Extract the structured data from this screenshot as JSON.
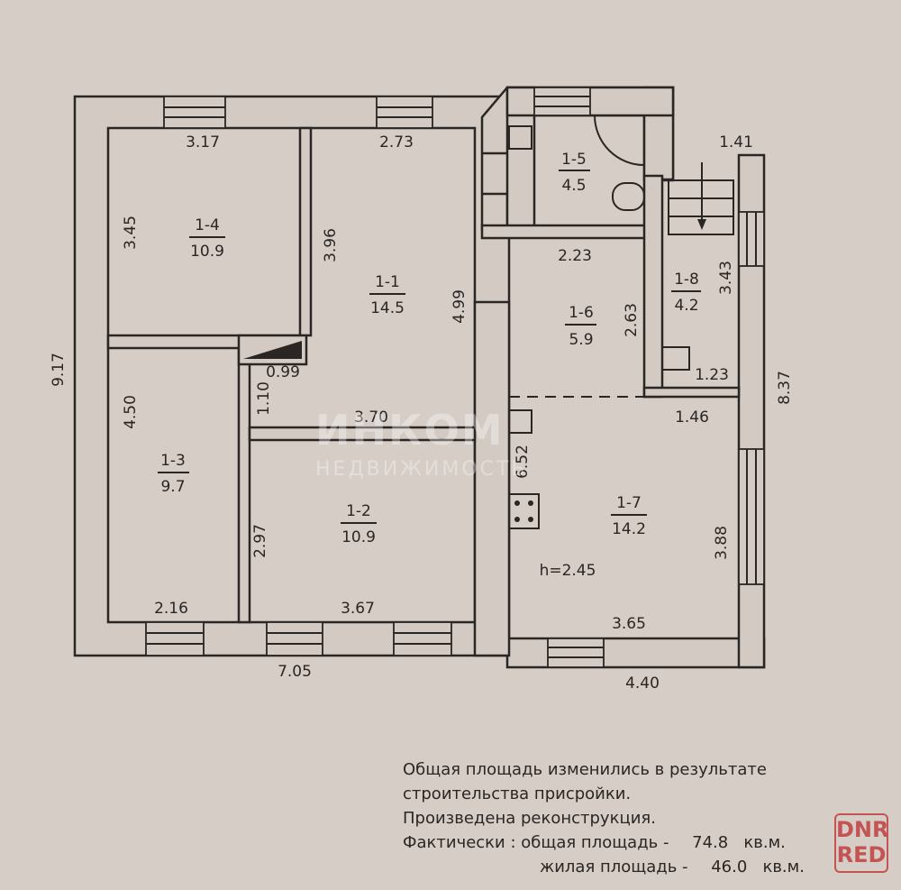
{
  "rooms": [
    {
      "id": "1-1",
      "area": "14.5"
    },
    {
      "id": "1-2",
      "area": "10.9"
    },
    {
      "id": "1-3",
      "area": "9.7"
    },
    {
      "id": "1-4",
      "area": "10.9"
    },
    {
      "id": "1-5",
      "area": "4.5"
    },
    {
      "id": "1-6",
      "area": "5.9"
    },
    {
      "id": "1-7",
      "area": "14.2"
    },
    {
      "id": "1-8",
      "area": "4.2"
    }
  ],
  "dimensions": [
    "3.17",
    "2.73",
    "3.45",
    "3.96",
    "4.99",
    "9.17",
    "0.99",
    "1.10",
    "4.50",
    "3.70",
    "2.97",
    "2.16",
    "3.67",
    "7.05",
    "1.41",
    "2.23",
    "2.63",
    "3.43",
    "1.23",
    "8.37",
    "1.46",
    "6.52",
    "3.88",
    "3.65",
    "4.40"
  ],
  "ceiling_height": "h=2.45",
  "watermark": {
    "brand": "ИНКОМ",
    "sub": "НЕДВИЖИМОСТЬ"
  },
  "notes": {
    "line1": "Общая площадь изменились в результате",
    "line2": "строительства присройки.",
    "line3": "Произведена реконструкция.",
    "actual_label": "Фактически :",
    "total_label": "общая площадь -",
    "total_value": "74.8",
    "living_label": "жилая площадь -",
    "living_value": "46.0",
    "unit": "кв.м."
  },
  "badge": {
    "line1": "DNR",
    "line2": "RED"
  },
  "colors": {
    "paper": "#d6cdc6",
    "ink": "#2a2624",
    "badge": "#c04040"
  }
}
